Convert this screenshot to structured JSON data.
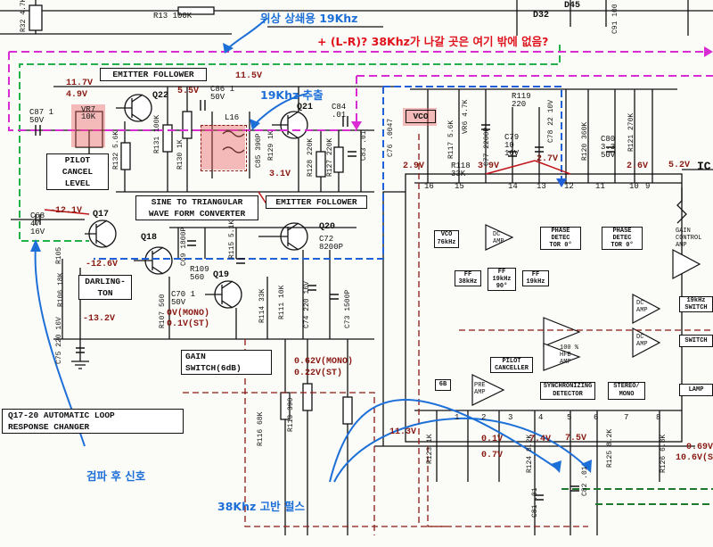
{
  "annotations": {
    "phase_shift_19khz": "위상 상쇄용 19Khz",
    "no_38khz_output": "+ (L-R)? 38Khz가 나갈 곳은 여기 밖에 없음?",
    "extract_19khz": "19Khz 추출",
    "detected_signal": "검파 후 신호",
    "pulse_38khz": "38Khz 고반 펄스"
  },
  "blocks": {
    "emitter_follower_top": "EMITTER FOLLOWER",
    "pilot_cancel": [
      "PILOT",
      "CANCEL",
      "LEVEL"
    ],
    "sine_triangle": [
      "SINE TO TRIANGULAR",
      "WAVE FORM CONVERTER"
    ],
    "emitter_follower_mid": "EMITTER FOLLOWER",
    "darlington": [
      "DARLING-",
      "TON"
    ],
    "gain_switch": [
      "GAIN",
      "SWITCH(6dB)"
    ],
    "auto_loop": [
      "Q17-20  AUTOMATIC LOOP",
      "RESPONSE CHANGER"
    ],
    "vco": "VCO"
  },
  "ic_blocks": {
    "vco_blk": [
      "VCO",
      "76kHz"
    ],
    "dc_amp1": [
      "DC",
      "AMP"
    ],
    "phase_det1": [
      "PHASE",
      "DETEC",
      "TOR 0°"
    ],
    "phase_det2": [
      "PHASE",
      "DETEC",
      "TOR 0°"
    ],
    "ff1": [
      "FF",
      "38kHz"
    ],
    "ff2": [
      "FF",
      "19kHz",
      "90°"
    ],
    "ff3": [
      "FF",
      "19kHz"
    ],
    "gain_ctrl": [
      "GAIN",
      "CONTROL",
      "AMP"
    ],
    "sw_19khz": [
      "19kHz",
      "SWITCH"
    ],
    "dc_amp2": [
      "DC",
      "AMP"
    ],
    "dc_amp3": [
      "DC",
      "AMP"
    ],
    "switch_blk": "SWITCH",
    "pilot_canceller": [
      "PILOT",
      "CANCELLER"
    ],
    "pre_amp": [
      "PRE",
      "AMP"
    ],
    "hfb_amp": [
      "100 %",
      "HFB",
      "AMP"
    ],
    "sync_det": [
      "SYNCHRONIZING",
      "DETECTOR"
    ],
    "stereo_mono": [
      "STEREO/",
      "MONO"
    ],
    "lamp": "LAMP",
    "ic_label": "IC",
    "box_6b": "6B"
  },
  "transistors": {
    "q22": "Q22",
    "q21": "Q21",
    "q17": "Q17",
    "q18": "Q18",
    "q19": "Q19",
    "q20": "Q20",
    "d32": "D32",
    "d45": "D45"
  },
  "voltages": {
    "v11_7": "11.7V",
    "v4_9": "4.9V",
    "v5_5": "5.5V",
    "v11_5": "11.5V",
    "v3_1": "3.1V",
    "v_12_1": "-12.1V",
    "v_12_6": "-12.6V",
    "v_13_2": "-13.2V",
    "v0mono": "0V(MONO)",
    "v01st": "0.1V(ST)",
    "v062mono": "0.62V(MONO)",
    "v022st": "0.22V(ST)",
    "v2_9": "2.9V",
    "v3_9": "3.9V",
    "v2_7": "2.7V",
    "v2_6": "2.6V",
    "v5_2": "5.2V",
    "v11_3": "11.3V",
    "v0_1": "0.1V",
    "v0_7": "0.7V",
    "v7_4": "7.4V",
    "v7_5": "7.5V",
    "v0_69": "0.69V",
    "v10_6": "10.6V(ST)"
  },
  "pin_numbers": [
    "16",
    "15",
    "14",
    "13",
    "12",
    "11",
    "10",
    "9",
    "1",
    "2",
    "3",
    "4",
    "5",
    "6",
    "7",
    "8"
  ],
  "components": {
    "r32": "R32 4.7K",
    "r13": "R13 100K",
    "c87": "C87 1 50V",
    "vr7": "VR7 10K",
    "r132": "R132 5.6K",
    "r131": "R131 100K",
    "r130": "R130 1K",
    "c86": "C86 1 50V",
    "l16": "L16",
    "c85": "C85 390P",
    "r129": "R129 1K",
    "r128": "R128 220K",
    "r127": "R127 220K",
    "c84": "C84 .01",
    "c83": "C83 .01",
    "c76": "C76 .0047",
    "r118": "R118 33K",
    "r117": "R117 5.6K",
    "vr6": "VR6 4.7K",
    "c77": "C77 2200P",
    "r119": "R119 220",
    "c79": "C79 10 16V",
    "c78": "C78 22 10V",
    "r120": "R120 360K",
    "c80": "C80 3.3 50V",
    "r121": "R121 270K",
    "c68": "C68 47 16V",
    "r105": "R105",
    "r106": "R106 18K",
    "r107": "R107 560",
    "c70": "C70 1 50V",
    "r109": "R109 560",
    "c69": "C69 1800P",
    "r115": "R115 5.1K",
    "c72": "C72 8200P",
    "r111": "R111 10K",
    "r114": "R114 33K",
    "c74": "C74 220 16V",
    "c73": "C73 1500P",
    "c75": "C75 220 16V",
    "r116": "R116 68K",
    "r113": "R113 390",
    "r123": "R123 1K",
    "r124": "R124 8.2K",
    "r125": "R125 8.2K",
    "r126": "R126 6.8K",
    "c81": "C81 .01",
    "c82": "C82 .01",
    "c91": "C91 100 10V"
  }
}
